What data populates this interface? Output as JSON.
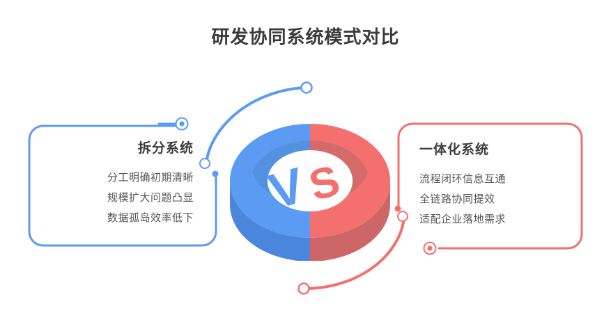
{
  "page": {
    "title": "研发协同系统模式对比",
    "background": "#ffffff"
  },
  "colors": {
    "blue": "#5B9BF3",
    "blue_dark": "#4A86DC",
    "blue_inner": "#5590E0",
    "blue_inner_dark": "#4C82CE",
    "red": "#F4706F",
    "red_dark": "#D96464",
    "red_inner": "#CF6A6A",
    "red_inner_dark": "#C35F5F",
    "title_text": "#3b3b3b",
    "panel_title_text": "#3c3c3c",
    "panel_item_text": "#555555"
  },
  "center": {
    "label": "VS",
    "v_letter": "V",
    "s_letter": "S",
    "v_color": "#5B9BF3",
    "s_color": "#F4706F"
  },
  "left_panel": {
    "title": "拆分系统",
    "accent": "#5B9BF3",
    "items": [
      "分工明确初期清晰",
      "规模扩大问题凸显",
      "数据孤岛效率低下"
    ]
  },
  "right_panel": {
    "title": "一体化系统",
    "accent": "#F4706F",
    "items": [
      "流程闭环信息互通",
      "全链路协同提效",
      "适配企业落地需求"
    ]
  },
  "connectors": {
    "left_arc": "blue-arc-top",
    "right_arc": "red-arc-bottom",
    "markers": [
      {
        "name": "blue-ring-dot-marker",
        "color": "#5B9BF3"
      },
      {
        "name": "blue-hollow-circle-marker",
        "color": "#5B9BF3"
      },
      {
        "name": "blue-filled-dot-marker",
        "color": "#5B9BF3"
      },
      {
        "name": "blue-arc-end-circle",
        "color": "#5B9BF3"
      },
      {
        "name": "red-ring-dot-marker",
        "color": "#F4706F"
      },
      {
        "name": "red-hollow-circle-marker",
        "color": "#F4706F"
      },
      {
        "name": "red-filled-dot-marker",
        "color": "#F4706F"
      },
      {
        "name": "red-arc-end-circle",
        "color": "#F4706F"
      }
    ]
  }
}
